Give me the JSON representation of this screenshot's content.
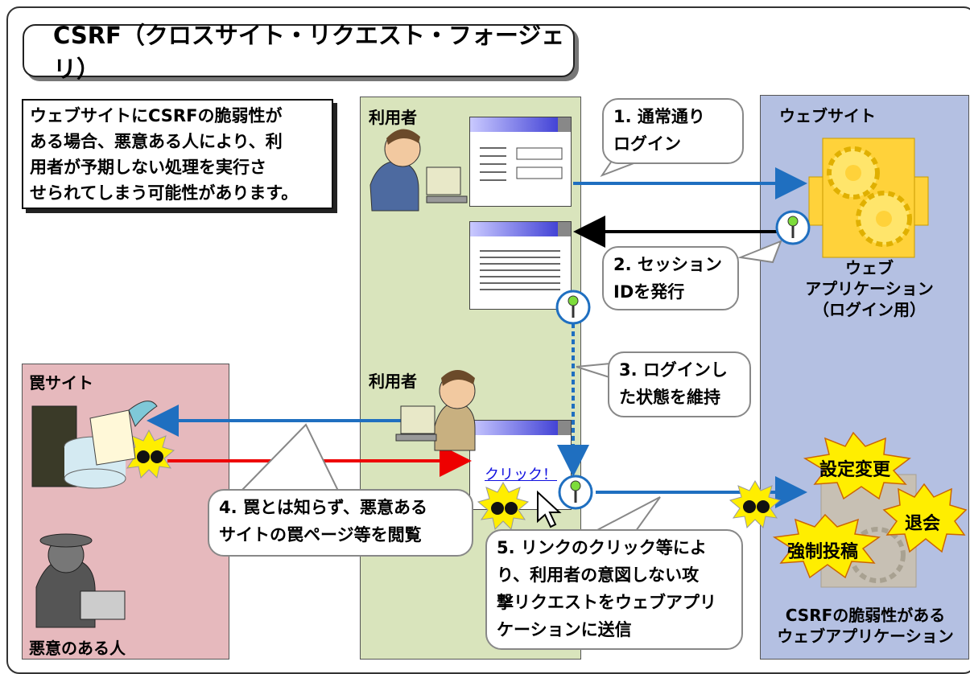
{
  "title": "CSRF（クロスサイト・リクエスト・フォージェリ）",
  "intro_lines": [
    "ウェブサイトにCSRFの脆弱性が",
    "ある場合、悪意ある人により、利",
    "用者が予期しない処理を実行さ",
    "せられてしまう可能性があります。"
  ],
  "zones": {
    "user_label_top": "利用者",
    "user_label_mid": "利用者",
    "website_label": "ウェブサイト",
    "trap_label": "罠サイト",
    "attacker_label": "悪意のある人"
  },
  "steps": {
    "s1": [
      "1. 通常通り",
      "ログイン"
    ],
    "s2": [
      "2. セッション",
      "IDを発行"
    ],
    "s3": [
      "3. ログインし",
      "た状態を維持"
    ],
    "s4": [
      "4. 罠とは知らず、悪意ある",
      "サイトの罠ページ等を閲覧"
    ],
    "s5": [
      "5. リンクのクリック等によ",
      "り、利用者の意図しない攻",
      "撃リクエストをウェブアプリ",
      "ケーションに送信"
    ]
  },
  "webapp_label": [
    "ウェブ",
    "アプリケーション",
    "（ログイン用）"
  ],
  "vuln_label": [
    "CSRFの脆弱性がある",
    "ウェブアプリケーション"
  ],
  "click_text": "クリック！",
  "bursts": [
    "設定変更",
    "退会",
    "強制投稿"
  ],
  "colors": {
    "user_zone": "#d9e4bc",
    "website_zone": "#b4c0e2",
    "trap_zone": "#e6b9bd",
    "blue_arrow": "#1f6fc0",
    "red_arrow": "#ee0000",
    "gear": "#ffd23a",
    "burst": "#ffee00"
  },
  "icons": [
    "key-icon",
    "gear-icon",
    "bomb-icon",
    "cursor-icon",
    "person-at-computer-icon",
    "server-icon",
    "hacker-icon"
  ]
}
